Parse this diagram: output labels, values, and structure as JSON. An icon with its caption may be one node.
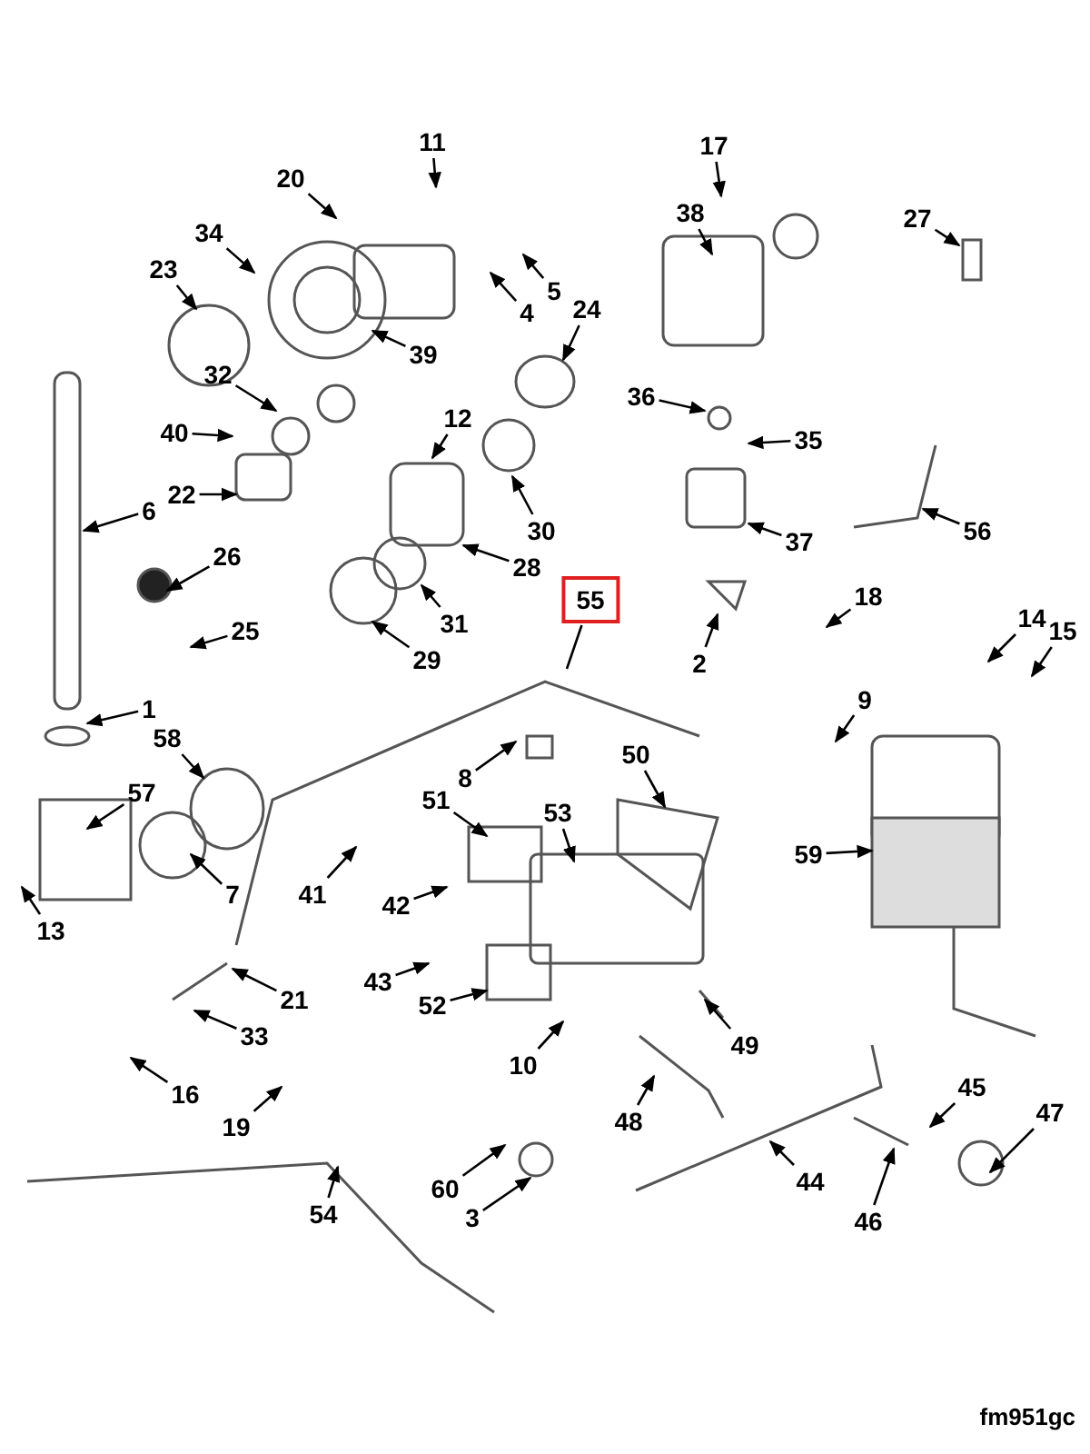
{
  "diagram": {
    "nodes": [
      {
        "text": [
          "11"
        ]
      },
      {
        "text": [
          "20"
        ]
      },
      {
        "text": [
          "17"
        ]
      },
      {
        "text": [
          "38"
        ]
      },
      {
        "text": [
          "27"
        ]
      },
      {
        "text": [
          "34"
        ]
      },
      {
        "text": [
          "23"
        ]
      },
      {
        "text": [
          "39"
        ]
      },
      {
        "text": [
          "5"
        ]
      },
      {
        "text": [
          "4"
        ]
      },
      {
        "text": [
          "24"
        ]
      },
      {
        "text": [
          "32"
        ]
      },
      {
        "text": [
          "36"
        ]
      },
      {
        "text": [
          "35"
        ]
      },
      {
        "text": [
          "40"
        ]
      },
      {
        "text": [
          "12"
        ]
      },
      {
        "text": [
          "22"
        ]
      },
      {
        "text": [
          "6"
        ]
      },
      {
        "text": [
          "26"
        ]
      },
      {
        "text": [
          "30"
        ]
      },
      {
        "text": [
          "28"
        ]
      },
      {
        "text": [
          "37"
        ]
      },
      {
        "text": [
          "56"
        ]
      },
      {
        "text": [
          "31"
        ]
      },
      {
        "text": [
          "29"
        ]
      },
      {
        "text": [
          "55"
        ]
      },
      {
        "text": [
          "25"
        ]
      },
      {
        "text": [
          "2"
        ]
      },
      {
        "text": [
          "18"
        ]
      },
      {
        "text": [
          "14"
        ]
      },
      {
        "text": [
          "15"
        ]
      },
      {
        "text": [
          "1"
        ]
      },
      {
        "text": [
          "9"
        ]
      },
      {
        "text": [
          "58"
        ]
      },
      {
        "text": [
          "8"
        ]
      },
      {
        "text": [
          "50"
        ]
      },
      {
        "text": [
          "57"
        ]
      },
      {
        "text": [
          "51"
        ]
      },
      {
        "text": [
          "53"
        ]
      },
      {
        "text": [
          "59"
        ]
      },
      {
        "text": [
          "41"
        ]
      },
      {
        "text": [
          "42"
        ]
      },
      {
        "text": [
          "7"
        ]
      },
      {
        "text": [
          "13"
        ]
      },
      {
        "text": [
          "43"
        ]
      },
      {
        "text": [
          "21"
        ]
      },
      {
        "text": [
          "52"
        ]
      },
      {
        "text": [
          "49"
        ]
      },
      {
        "text": [
          "33"
        ]
      },
      {
        "text": [
          "10"
        ]
      },
      {
        "text": [
          "16"
        ]
      },
      {
        "text": [
          "48"
        ]
      },
      {
        "text": [
          "45"
        ]
      },
      {
        "text": [
          "47"
        ]
      },
      {
        "text": [
          "19"
        ]
      },
      {
        "text": [
          "44"
        ]
      },
      {
        "text": [
          "46"
        ]
      },
      {
        "text": [
          "54"
        ]
      },
      {
        "text": [
          "60"
        ]
      },
      {
        "text": [
          "3"
        ]
      }
    ],
    "edges": [
      {
        "from": 0,
        "to": null,
        "arrow": "to"
      },
      {
        "from": 1,
        "to": null,
        "arrow": "to"
      },
      {
        "from": 2,
        "to": null,
        "arrow": "to"
      },
      {
        "from": 3,
        "to": null,
        "arrow": "to"
      },
      {
        "from": 4,
        "to": null,
        "arrow": "to"
      },
      {
        "from": 5,
        "to": null,
        "arrow": "to"
      },
      {
        "from": 6,
        "to": null,
        "arrow": "to"
      },
      {
        "from": 7,
        "to": null,
        "arrow": "to"
      },
      {
        "from": 8,
        "to": null,
        "arrow": "to"
      },
      {
        "from": 9,
        "to": null,
        "arrow": "to"
      },
      {
        "from": 10,
        "to": null,
        "arrow": "to"
      },
      {
        "from": 11,
        "to": null,
        "arrow": "to"
      },
      {
        "from": 12,
        "to": null,
        "arrow": "to"
      },
      {
        "from": 13,
        "to": null,
        "arrow": "to"
      },
      {
        "from": 14,
        "to": null,
        "arrow": "to"
      },
      {
        "from": 15,
        "to": null,
        "arrow": "to"
      },
      {
        "from": 16,
        "to": null,
        "arrow": "to"
      },
      {
        "from": 17,
        "to": null,
        "arrow": "to"
      },
      {
        "from": 18,
        "to": null,
        "arrow": "to"
      },
      {
        "from": 19,
        "to": null,
        "arrow": "to"
      },
      {
        "from": 20,
        "to": null,
        "arrow": "to"
      },
      {
        "from": 21,
        "to": null,
        "arrow": "to"
      },
      {
        "from": 22,
        "to": null,
        "arrow": "to"
      },
      {
        "from": 23,
        "to": null,
        "arrow": "to"
      },
      {
        "from": 24,
        "to": null,
        "arrow": "to"
      },
      {
        "from": 25,
        "to": null,
        "arrow": "none"
      },
      {
        "from": 26,
        "to": null,
        "arrow": "to"
      },
      {
        "from": 27,
        "to": null,
        "arrow": "to"
      },
      {
        "from": 28,
        "to": null,
        "arrow": "to"
      },
      {
        "from": 29,
        "to": null,
        "arrow": "to"
      },
      {
        "from": 30,
        "to": null,
        "arrow": "to"
      },
      {
        "from": 31,
        "to": null,
        "arrow": "to"
      },
      {
        "from": 32,
        "to": null,
        "arrow": "to"
      },
      {
        "from": 33,
        "to": null,
        "arrow": "to"
      },
      {
        "from": 34,
        "to": null,
        "arrow": "to"
      },
      {
        "from": 35,
        "to": null,
        "arrow": "to"
      },
      {
        "from": 36,
        "to": null,
        "arrow": "to"
      },
      {
        "from": 37,
        "to": null,
        "arrow": "to"
      },
      {
        "from": 38,
        "to": null,
        "arrow": "to"
      },
      {
        "from": 39,
        "to": null,
        "arrow": "to"
      },
      {
        "from": 40,
        "to": null,
        "arrow": "to"
      },
      {
        "from": 41,
        "to": null,
        "arrow": "to"
      },
      {
        "from": 42,
        "to": null,
        "arrow": "to"
      },
      {
        "from": 43,
        "to": null,
        "arrow": "to"
      },
      {
        "from": 44,
        "to": null,
        "arrow": "to"
      },
      {
        "from": 45,
        "to": null,
        "arrow": "to"
      },
      {
        "from": 46,
        "to": null,
        "arrow": "to"
      },
      {
        "from": 47,
        "to": null,
        "arrow": "to"
      },
      {
        "from": 48,
        "to": null,
        "arrow": "to"
      },
      {
        "from": 49,
        "to": null,
        "arrow": "to"
      },
      {
        "from": 50,
        "to": null,
        "arrow": "to"
      },
      {
        "from": 51,
        "to": null,
        "arrow": "to"
      },
      {
        "from": 52,
        "to": null,
        "arrow": "to"
      },
      {
        "from": 53,
        "to": null,
        "arrow": "to"
      },
      {
        "from": 54,
        "to": null,
        "arrow": "to"
      },
      {
        "from": 55,
        "to": null,
        "arrow": "to"
      },
      {
        "from": 56,
        "to": null,
        "arrow": "to"
      },
      {
        "from": 57,
        "to": null,
        "arrow": "to"
      },
      {
        "from": 58,
        "to": null,
        "arrow": "to"
      },
      {
        "from": 59,
        "to": null,
        "arrow": "to"
      }
    ],
    "labels": [
      "fm951gc"
    ]
  }
}
